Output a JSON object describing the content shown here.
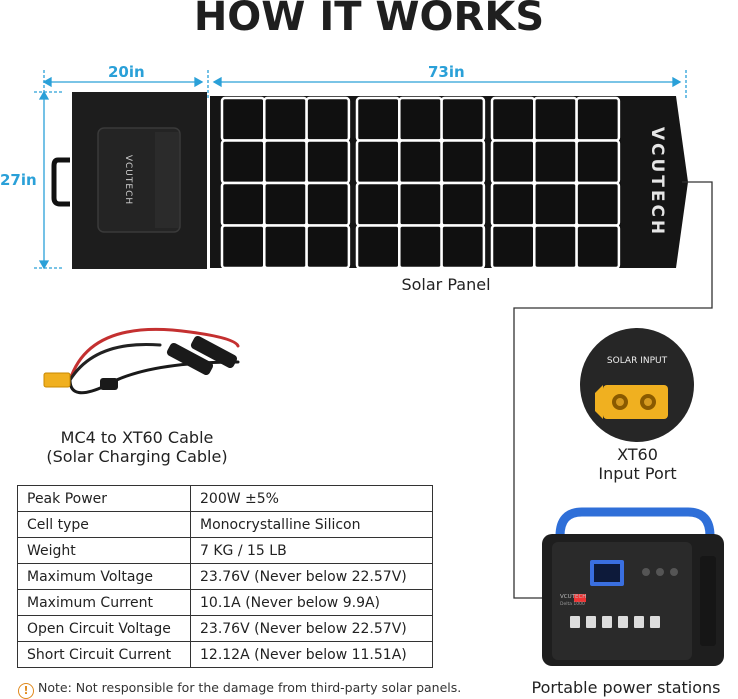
{
  "title": "HOW IT WORKS",
  "dimensions": {
    "case_width": "20in",
    "panel_width": "73in",
    "height": "27in"
  },
  "brand": {
    "logo": "VCUTECH",
    "station_model_label": "Delta 1000"
  },
  "labels": {
    "solar_panel": "Solar Panel",
    "cable_line1": "MC4 to XT60 Cable",
    "cable_line2": "(Solar Charging Cable)",
    "solar_input": "SOLAR INPUT",
    "port_line1": "XT60",
    "port_line2": "Input Port",
    "power_station": "Portable power stations"
  },
  "specs": [
    {
      "key": "Peak Power",
      "value": "200W ±5%"
    },
    {
      "key": "Cell type",
      "value": "Monocrystalline Silicon"
    },
    {
      "key": "Weight",
      "value": "7 KG / 15 LB"
    },
    {
      "key": "Maximum Voltage",
      "value": "23.76V (Never below 22.57V)"
    },
    {
      "key": "Maximum Current",
      "value": "10.1A (Never below 9.9A)"
    },
    {
      "key": "Open Circuit Voltage",
      "value": "23.76V (Never below 22.57V)"
    },
    {
      "key": "Short Circuit Current",
      "value": "12.12A (Never below 11.51A)"
    }
  ],
  "note": "Note: Not responsible for the damage from third-party solar panels.",
  "icons": {
    "note": "warning-icon"
  },
  "colors": {
    "dimension": "#2aa0d8",
    "panel": "#151515",
    "port": "#f0b020",
    "accent_blue": "#2f6fd8"
  }
}
